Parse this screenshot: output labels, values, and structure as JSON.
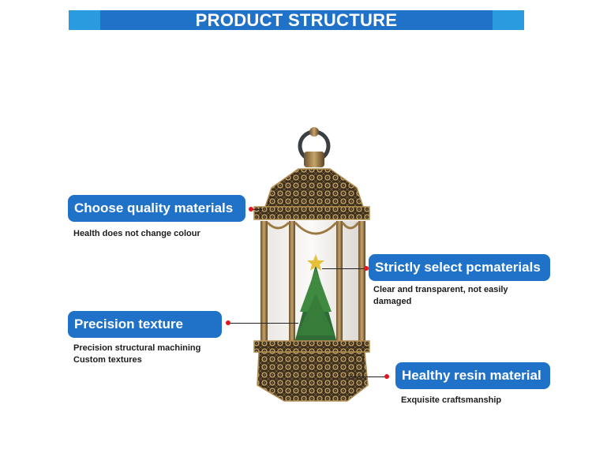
{
  "header": {
    "title": "PRODUCT STRUCTURE"
  },
  "colors": {
    "accent": "#1f72c8",
    "accent_light": "#2b9be0",
    "dot": "#e3141c"
  },
  "callouts": [
    {
      "title": "Choose quality materials",
      "desc": [
        "Health does not change colour"
      ]
    },
    {
      "title": "Strictly select pcmaterials",
      "desc": [
        "Clear and transparent, not easily",
        "damaged"
      ]
    },
    {
      "title": "Precision texture",
      "desc": [
        "Precision structural machining",
        "Custom textures"
      ]
    },
    {
      "title": "Healthy resin material",
      "desc": [
        "Exquisite craftsmanship"
      ]
    }
  ]
}
